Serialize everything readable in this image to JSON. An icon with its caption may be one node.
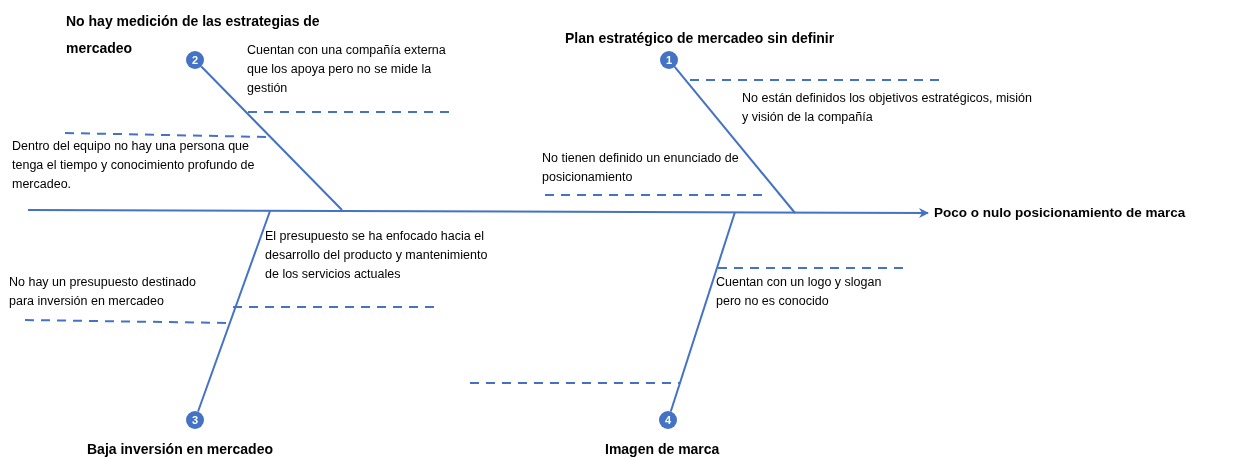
{
  "diagram": {
    "nodes": [
      {
        "text": [
          "1"
        ],
        "beside": [
          "Plan estratégico de mercadeo sin definir"
        ]
      },
      {
        "text": [
          "2"
        ],
        "beside": [
          "No hay medición de las estrategias de mercadeo"
        ]
      },
      {
        "text": [
          "3"
        ],
        "beside": [
          "Baja inversión en mercadeo"
        ]
      },
      {
        "text": [
          "4"
        ],
        "beside": [
          "Imagen de marca"
        ]
      },
      {
        "text": [
          "Poco o nulo posicionamiento de marca"
        ]
      }
    ],
    "edges": [
      {
        "from": null,
        "to": 4,
        "arrow": "to"
      },
      {
        "from": 0,
        "to": null,
        "arrow": "none"
      },
      {
        "from": 1,
        "to": null,
        "arrow": "none"
      },
      {
        "from": 2,
        "to": null,
        "arrow": "none"
      },
      {
        "from": 3,
        "to": null,
        "arrow": "none"
      }
    ],
    "labels": [
      "Cuentan con una compañía externa que los apoya pero no se mide la gestión",
      "No están definidos los objetivos estratégicos, misión y visión de la compañía",
      "Dentro del equipo no hay una persona que tenga el tiempo y conocimiento profundo de mercadeo.",
      "No tienen definido un enunciado de posicionamiento",
      "El presupuesto se ha enfocado hacia el desarrollo del producto y mantenimiento de los servicios actuales",
      "No hay un presupuesto destinado para inversión en mercadeo",
      "Cuentan con un logo y slogan pero no es conocido"
    ]
  }
}
